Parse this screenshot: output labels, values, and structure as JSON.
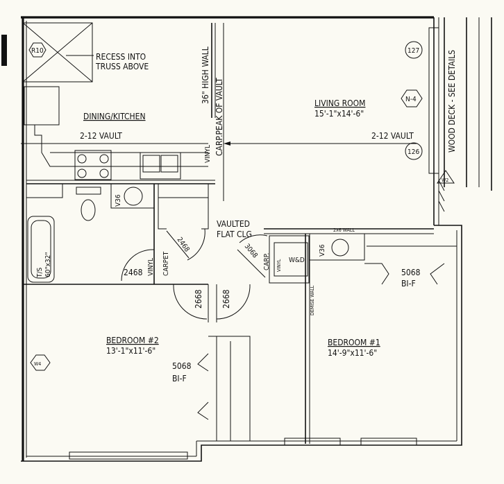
{
  "plan": {
    "rooms": {
      "dining_kitchen": {
        "label": "DINING/KITCHEN"
      },
      "living_room": {
        "label": "LIVING ROOM",
        "size": "15'-1\"x14'-6\""
      },
      "bedroom_1": {
        "label": "BEDROOM #1",
        "size": "14'-9\"x11'-6\""
      },
      "bedroom_2": {
        "label": "BEDROOM #2",
        "size": "13'-1\"x11'-6\""
      }
    },
    "notes": {
      "recess": [
        "RECESS INTO",
        "TRUSS ABOVE"
      ],
      "vault_left": "2-12 VAULT",
      "vault_right": "2-12 VAULT",
      "high_wall": "36\" HIGH WALL",
      "peak": "CARP.PEAK OF VAULT",
      "vinyl_kitchen": "VINYL",
      "vaulted": [
        "VAULTED",
        "FLAT CLG"
      ],
      "wall_2x6": "2x6 WALL",
      "deck": "WOOD DECK - SEE DETAILS",
      "demising": "DEMISE WALL"
    },
    "tags": {
      "r10": "R10",
      "n4": "N-4",
      "w2": "W2",
      "w4": "W4",
      "t127": "127",
      "t126": "126"
    },
    "fixtures": {
      "tub": [
        "T/S",
        "60\"x32\""
      ],
      "vanity_bath": "V36",
      "vanity_bed1": "V36",
      "washer_dryer": "W&D",
      "vinyl_wd": "VINYL"
    },
    "doors": {
      "bath_door": "2468",
      "closet_door": "2468",
      "wd_door": "3068",
      "bed2_door": "2668",
      "bed1_door": "2668",
      "bed1_closet": [
        "5068",
        "BI-F"
      ],
      "bed2_closet": [
        "5068",
        "BI-F"
      ]
    },
    "floor_labels": {
      "vinyl_bath": "VINYL",
      "carpet_hall": "CARPET",
      "carp_wd": "CARP."
    }
  }
}
